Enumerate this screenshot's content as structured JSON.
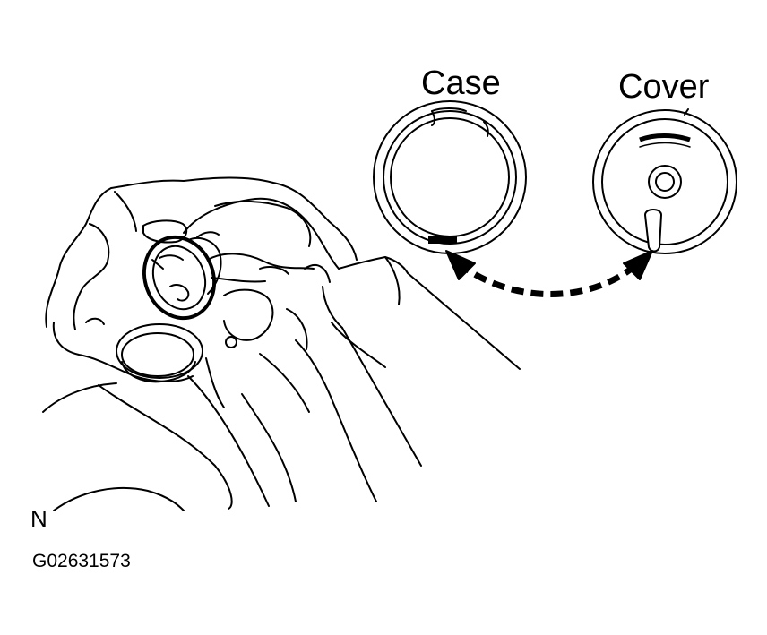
{
  "labels": {
    "case": "Case",
    "cover": "Cover",
    "view": "N",
    "figure_id": "G02631573"
  },
  "colors": {
    "ink": "#000000",
    "background": "#ffffff"
  }
}
